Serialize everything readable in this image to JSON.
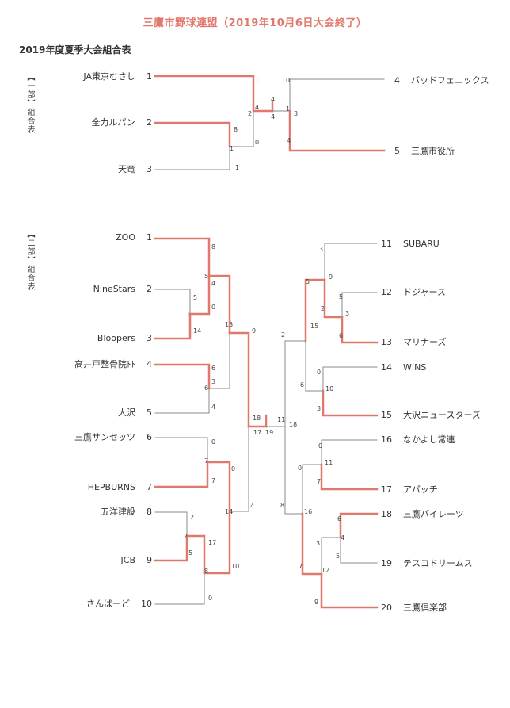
{
  "header": {
    "title": "三鷹市野球連盟（2019年10月6日大会終了）"
  },
  "subtitle": "2019年度夏季大会組合表",
  "colors": {
    "accent": "#e0786b",
    "line": "#888888",
    "text": "#333333"
  },
  "division1": {
    "label": "【一部】組合表",
    "teams_left": [
      {
        "name": "JA東京むさし",
        "seed": "1"
      },
      {
        "name": "全力ルパン",
        "seed": "2"
      },
      {
        "name": "天竜",
        "seed": "3"
      }
    ],
    "teams_right": [
      {
        "name": "バッドフェニックス",
        "seed": "4"
      },
      {
        "name": "三鷹市役所",
        "seed": "5"
      }
    ],
    "scores": [
      "1",
      "4",
      "2",
      "8",
      "0",
      "1",
      "1",
      "0",
      "4",
      "1",
      "3",
      "4",
      "4"
    ]
  },
  "division2": {
    "label": "【二部】組合表",
    "teams_left": [
      {
        "name": "ZOO",
        "seed": "1"
      },
      {
        "name": "NineStars",
        "seed": "2"
      },
      {
        "name": "Bloopers",
        "seed": "3"
      },
      {
        "name": "高井戸整骨院ﾄﾄ",
        "seed": "4"
      },
      {
        "name": "大沢",
        "seed": "5"
      },
      {
        "name": "三鷹サンセッツ",
        "seed": "6"
      },
      {
        "name": "HEPBURNS",
        "seed": "7"
      },
      {
        "name": "五洋建設",
        "seed": "8"
      },
      {
        "name": "JCB",
        "seed": "9"
      },
      {
        "name": "さんぱーど",
        "seed": "10"
      }
    ],
    "teams_right": [
      {
        "name": "SUBARU",
        "seed": "11"
      },
      {
        "name": "ドジャース",
        "seed": "12"
      },
      {
        "name": "マリナーズ",
        "seed": "13"
      },
      {
        "name": "WINS",
        "seed": "14"
      },
      {
        "name": "大沢ニュースターズ",
        "seed": "15"
      },
      {
        "name": "なかよし常連",
        "seed": "16"
      },
      {
        "name": "アパッチ",
        "seed": "17"
      },
      {
        "name": "三鷹パイレーツ",
        "seed": "18"
      },
      {
        "name": "テスコドリームス",
        "seed": "19"
      },
      {
        "name": "三鷹倶楽部",
        "seed": "20"
      }
    ],
    "scores": [
      "8",
      "5",
      "4",
      "0",
      "5",
      "1",
      "14",
      "13",
      "9",
      "6",
      "6",
      "3",
      "4",
      "17",
      "18",
      "19",
      "11",
      "18",
      "0",
      "7",
      "7",
      "0",
      "2",
      "2",
      "5",
      "17",
      "14",
      "4",
      "8",
      "10",
      "0",
      "3",
      "5",
      "9",
      "2",
      "5",
      "3",
      "6",
      "15",
      "2",
      "0",
      "6",
      "10",
      "3",
      "0",
      "0",
      "11",
      "7",
      "16",
      "8",
      "6",
      "4",
      "5",
      "3",
      "7",
      "12",
      "9"
    ]
  }
}
